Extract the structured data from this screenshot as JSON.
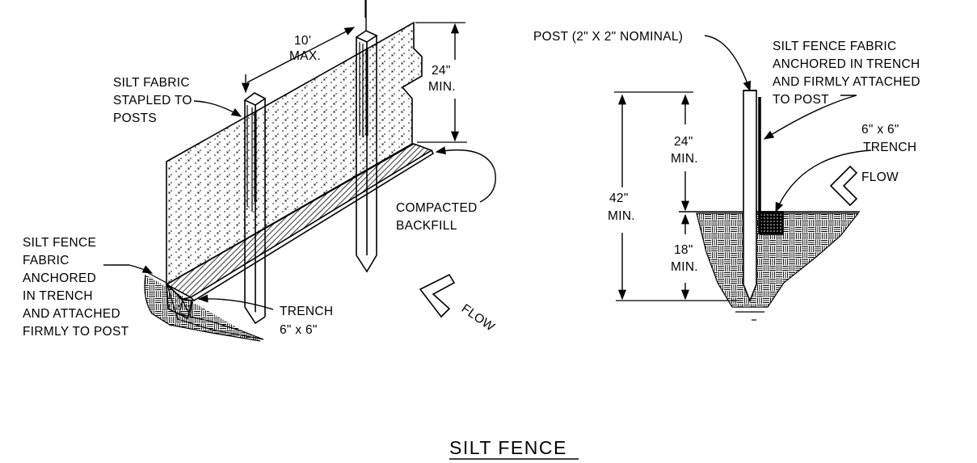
{
  "title": "SILT FENCE",
  "left": {
    "spacing_value": "10'",
    "spacing_note": "MAX.",
    "height_value": "24\"",
    "height_note": "MIN.",
    "stapled": [
      "SILT FABRIC",
      "STAPLED TO",
      "POSTS"
    ],
    "backfill": [
      "COMPACTED",
      "BACKFILL"
    ],
    "anchored": [
      "SILT FENCE",
      "FABRIC",
      "ANCHORED",
      "IN TRENCH",
      "AND ATTACHED",
      "FIRMLY TO POST"
    ],
    "trench": [
      "TRENCH",
      "6\" x 6\""
    ],
    "flow": "FLOW"
  },
  "right": {
    "post": "POST (2\" X 2\" NOMINAL)",
    "fabric": [
      "SILT FENCE FABRIC",
      "ANCHORED IN TRENCH",
      "AND FIRMLY ATTACHED",
      "TO POST"
    ],
    "trench": [
      "6\" x 6\"",
      "TRENCH"
    ],
    "flow": "FLOW",
    "above_value": "24\"",
    "above_note": "MIN.",
    "total_value": "42\"",
    "total_note": "MIN.",
    "below_value": "18\"",
    "below_note": "MIN."
  }
}
